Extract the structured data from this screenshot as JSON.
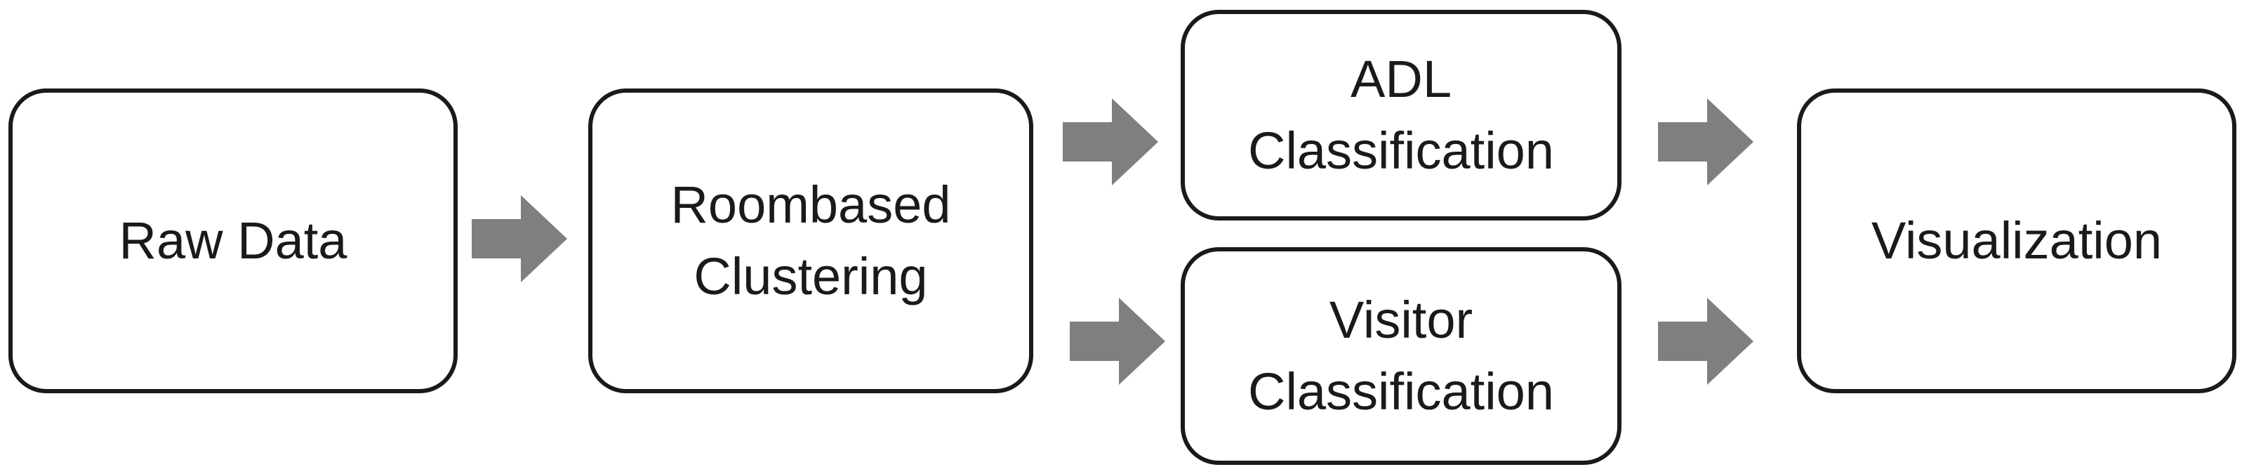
{
  "diagram": {
    "nodes": [
      {
        "id": "raw",
        "label": "Raw Data"
      },
      {
        "id": "room",
        "label": "Roombased\nClustering"
      },
      {
        "id": "adl",
        "label": "ADL\nClassification"
      },
      {
        "id": "visitor",
        "label": "Visitor\nClassification"
      },
      {
        "id": "visualization",
        "label": "Visualization"
      }
    ],
    "edges": [
      {
        "from": "raw",
        "to": "room"
      },
      {
        "from": "room",
        "to": "adl"
      },
      {
        "from": "room",
        "to": "visitor"
      },
      {
        "from": "adl",
        "to": "visualization"
      },
      {
        "from": "visitor",
        "to": "visualization"
      }
    ]
  },
  "colors": {
    "box_border": "#1a1a1a",
    "arrow_fill": "#7f7f7f",
    "text": "#1a1a1a"
  }
}
